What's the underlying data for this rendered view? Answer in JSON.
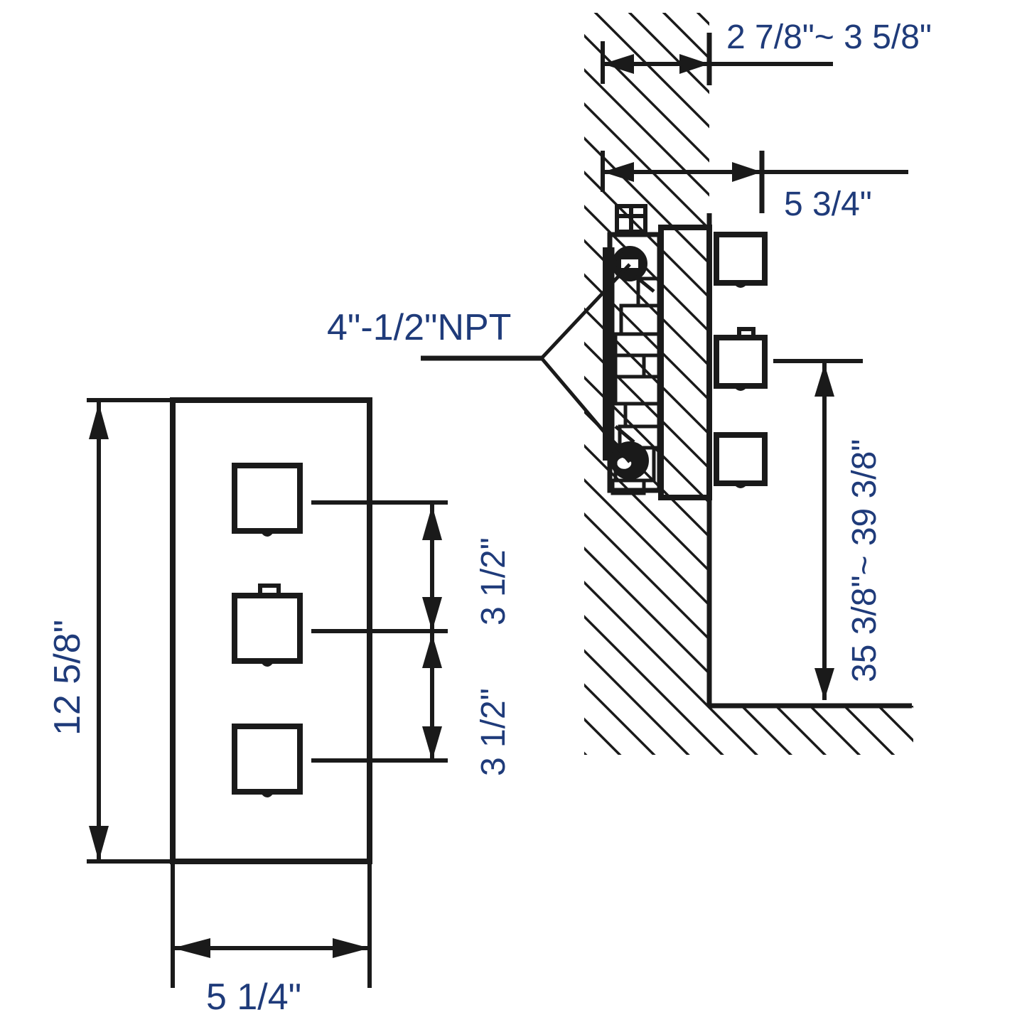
{
  "drawing": {
    "title": "Thermostatic shower valve rough-in dimension drawing",
    "units": "inches",
    "line_color": "#1a1a1a",
    "dimension_text_color": "#1f3b7a",
    "background": "#ffffff"
  },
  "dimensions": {
    "wall_thickness_range": "2 7/8\"~ 3 5/8\"",
    "valve_projection": "5 3/4\"",
    "npt_callout": "4\"-1/2\"NPT",
    "plate_height": "12 5/8\"",
    "handle_spacing_upper": "3 1/2\"",
    "handle_spacing_lower": "3 1/2\"",
    "mounting_height_range": "35 3/8\"~ 39 3/8\"",
    "plate_width": "5 1/4\""
  },
  "front_view": {
    "name": "front-elevation",
    "plate": {
      "label": "escutcheon-plate"
    },
    "handles": [
      {
        "label": "handle-top",
        "has_top_tab": false
      },
      {
        "label": "handle-middle",
        "has_top_tab": true
      },
      {
        "label": "handle-bottom",
        "has_top_tab": false
      }
    ]
  },
  "side_view": {
    "name": "side-section",
    "wall": {
      "label": "wall-section-hatched"
    },
    "floor": {
      "label": "floor-section-hatched"
    },
    "valve_body": {
      "label": "valve-body-rough-in"
    },
    "ports": [
      {
        "label": "npt-port-upper"
      },
      {
        "label": "npt-port-lower"
      }
    ],
    "handles": [
      {
        "label": "handle-profile-top",
        "has_top_tab": false
      },
      {
        "label": "handle-profile-middle",
        "has_top_tab": true
      },
      {
        "label": "handle-profile-bottom",
        "has_top_tab": false
      }
    ]
  }
}
